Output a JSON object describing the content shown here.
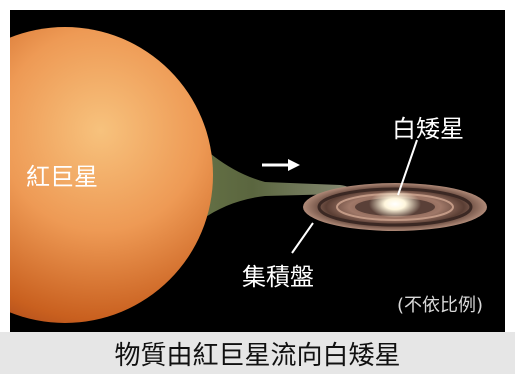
{
  "diagram": {
    "labels": {
      "red_giant": "紅巨星",
      "white_dwarf": "白矮星",
      "accretion_disk": "集積盤",
      "not_to_scale": "(不依比例)"
    },
    "caption": "物質由紅巨星流向白矮星"
  },
  "colors": {
    "background": "#000000",
    "red_giant": "#e88a44",
    "stream": "#6f7a4a",
    "disk": "#8b6a58",
    "white_dwarf": "#ffffff",
    "caption_bg": "#e6e6e6"
  }
}
